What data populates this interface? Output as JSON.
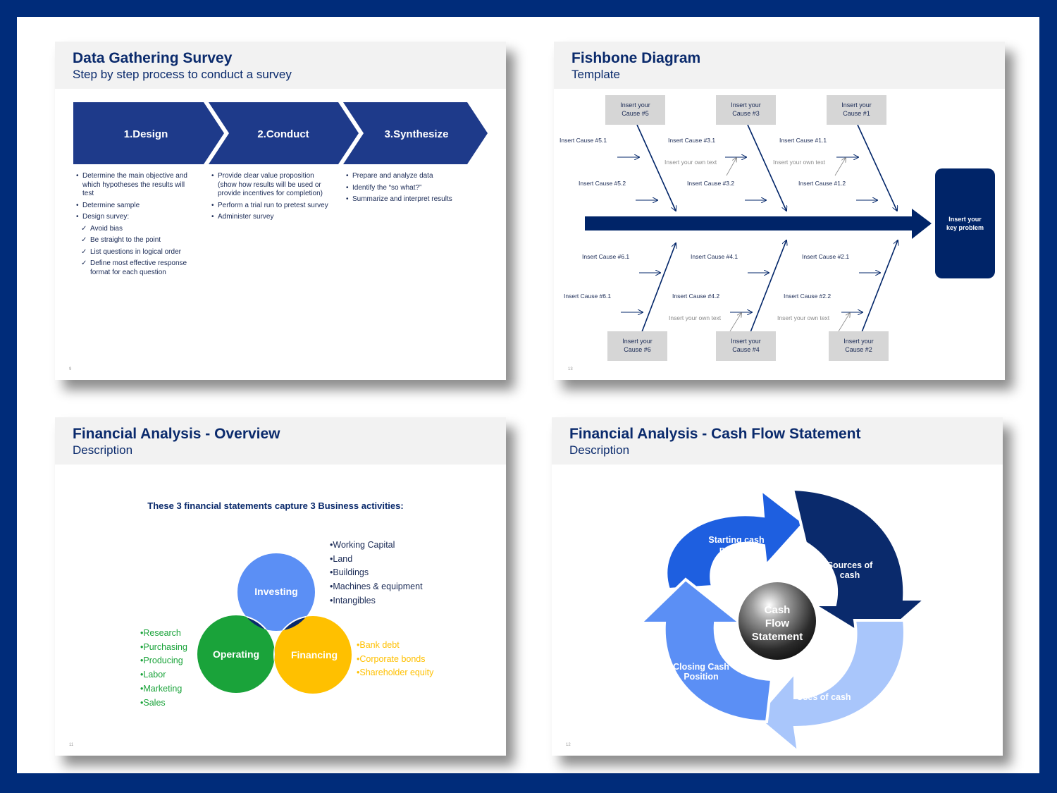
{
  "slides": {
    "survey": {
      "title": "Data Gathering Survey",
      "subtitle": "Step by step process to conduct a survey",
      "page": "9",
      "steps": [
        "1.Design",
        "2.Conduct",
        "3.Synthesize"
      ],
      "design": {
        "b1": "Determine the main objective and which hypotheses the results will test",
        "b2": "Determine sample",
        "b3": "Design survey:",
        "c1": "Avoid bias",
        "c2": "Be straight to the point",
        "c3": "List questions in logical order",
        "c4": "Define most effective response format for each question"
      },
      "conduct": {
        "b1": "Provide clear value proposition (show how results will be used or provide incentives for completion)",
        "b2": "Perform a trial run to pretest survey",
        "b3": "Administer survey"
      },
      "synthesize": {
        "b1": "Prepare and analyze data",
        "b2": "Identify the “so what?”",
        "b3": "Summarize and interpret results"
      }
    },
    "fishbone": {
      "title": "Fishbone Diagram",
      "subtitle": "Template",
      "page": "13",
      "box_line1": "Insert your",
      "cause5": "Cause #5",
      "cause3": "Cause #3",
      "cause1": "Cause #1",
      "cause6": "Cause #6",
      "cause4": "Cause #4",
      "cause2": "Cause #2",
      "c51": "Insert Cause #5.1",
      "c31": "Insert Cause #3.1",
      "c11": "Insert Cause #1.1",
      "c52": "Insert Cause #5.2",
      "c32": "Insert Cause #3.2",
      "c12": "Insert Cause #1.2",
      "c61a": "Insert Cause #6.1",
      "c41": "Insert Cause #4.1",
      "c21": "Insert Cause #2.1",
      "c61b": "Insert Cause #6.1",
      "c42": "Insert Cause #4.2",
      "c22": "Insert Cause #2.2",
      "own_text": "Insert your own text",
      "problem_line1": "Insert your",
      "problem_line2": "key problem"
    },
    "overview": {
      "title": "Financial Analysis - Overview",
      "subtitle": "Description",
      "page": "11",
      "heading": "These 3 financial statements capture 3 Business activities:",
      "investing": "Investing",
      "operating": "Operating",
      "financing": "Financing",
      "investing_items": [
        "Working Capital",
        "Land",
        "Buildings",
        "Machines & equipment",
        "Intangibles"
      ],
      "operating_items": [
        "Research",
        "Purchasing",
        "Producing",
        "Labor",
        "Marketing",
        "Sales"
      ],
      "financing_items": [
        "Bank debt",
        "Corporate bonds",
        "Shareholder equity"
      ],
      "colors": {
        "investing": "#5b8ff5",
        "operating": "#1aa33a",
        "financing": "#ffc000",
        "overlap": "#0a2a6c"
      }
    },
    "cashflow": {
      "title": "Financial Analysis - Cash Flow Statement",
      "subtitle": "Description",
      "page": "12",
      "starting_l1": "Starting cash",
      "starting_l2": "position",
      "sources_l1": "Sources of",
      "sources_l2": "cash",
      "uses": "Uses of cash",
      "closing_l1": "Closing Cash",
      "closing_l2": "Position",
      "center_l1": "Cash",
      "center_l2": "Flow",
      "center_l3": "Statement",
      "colors": {
        "starting": "#1e5fe0",
        "sources": "#0a2a6c",
        "uses": "#a9c6fb",
        "closing": "#5b8ff5"
      }
    }
  }
}
